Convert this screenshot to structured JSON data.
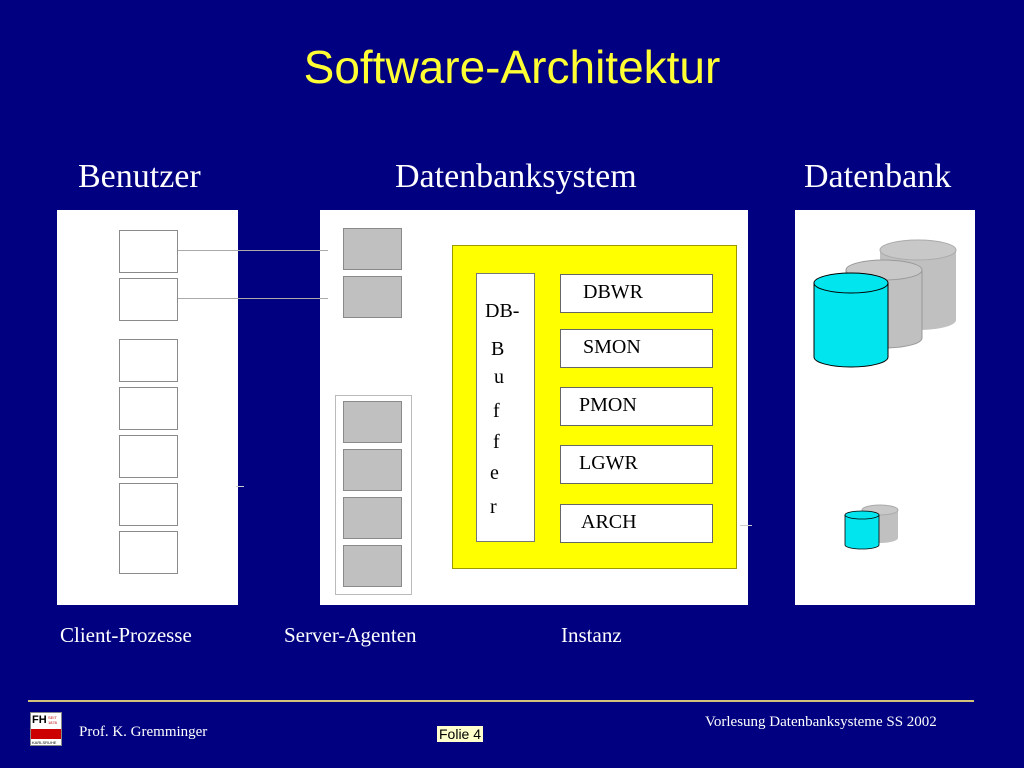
{
  "slide": {
    "title": "Software-Architektur",
    "columns": [
      "Benutzer",
      "Datenbanksystem",
      "Datenbank"
    ],
    "db_buffer": {
      "label": "DB-",
      "letters": [
        "B",
        "u",
        "f",
        "f",
        "e",
        "r"
      ]
    },
    "processes": [
      "DBWR",
      "SMON",
      "PMON",
      "LGWR",
      "ARCH"
    ],
    "captions": {
      "client": "Client-Prozesse",
      "server": "Server-Agenten",
      "instance": "Instanz"
    }
  },
  "colors": {
    "background": "#000080",
    "title": "#ffff33",
    "instance": "#ffff00",
    "cylinder_front": "#00e5ee",
    "cylinder_back": "#c0c0c0",
    "footer_rule": "#d4c27a"
  },
  "footer": {
    "author": "Prof. K. Gremminger",
    "slide": "Folie 4",
    "course": "Vorlesung Datenbanksysteme SS 2002",
    "logo": {
      "main": "FH",
      "sub": "KARLSRUHE",
      "line1": "SEIT",
      "line2": "1878"
    }
  }
}
